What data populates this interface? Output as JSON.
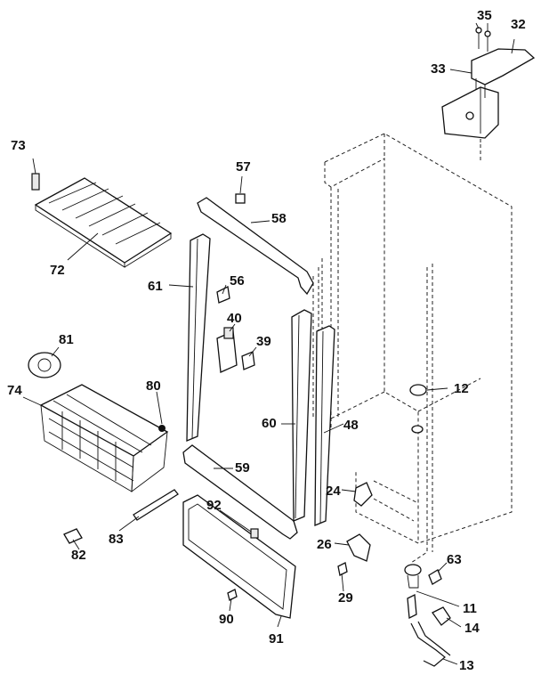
{
  "labels": {
    "l73": "73",
    "l72": "72",
    "l57": "57",
    "l58": "58",
    "l61": "61",
    "l56": "56",
    "l40": "40",
    "l39": "39",
    "l81": "81",
    "l74": "74",
    "l80": "80",
    "l60": "60",
    "l48": "48",
    "l12": "12",
    "l59": "59",
    "l24": "24",
    "l92": "92",
    "l83": "83",
    "l82": "82",
    "l26": "26",
    "l63": "63",
    "l29": "29",
    "l11": "11",
    "l90": "90",
    "l14": "14",
    "l91": "91",
    "l13": "13",
    "l35": "35",
    "l32": "32",
    "l33": "33"
  }
}
